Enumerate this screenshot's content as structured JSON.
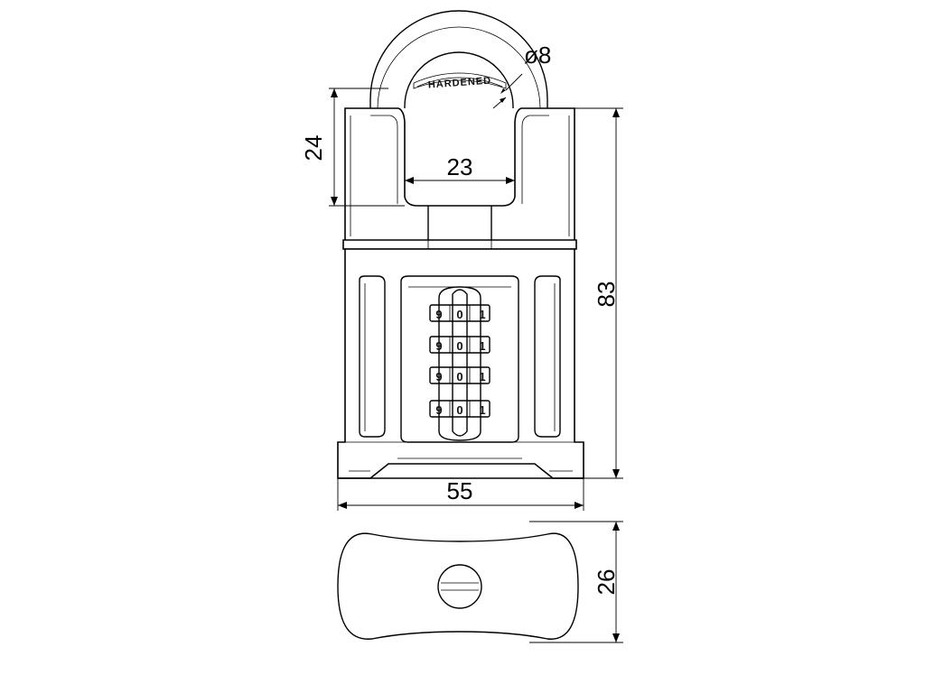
{
  "drawing": {
    "shackle_engraving": "HARDENED",
    "dimensions": {
      "shackle_diameter": "ø8",
      "shackle_clearance_height": "24",
      "shackle_inner_width": "23",
      "overall_height": "83",
      "body_width": "55",
      "body_depth": "26"
    },
    "dial_wheels": [
      [
        "9",
        "0",
        "1"
      ],
      [
        "9",
        "0",
        "1"
      ],
      [
        "9",
        "0",
        "1"
      ],
      [
        "9",
        "0",
        "1"
      ]
    ]
  }
}
